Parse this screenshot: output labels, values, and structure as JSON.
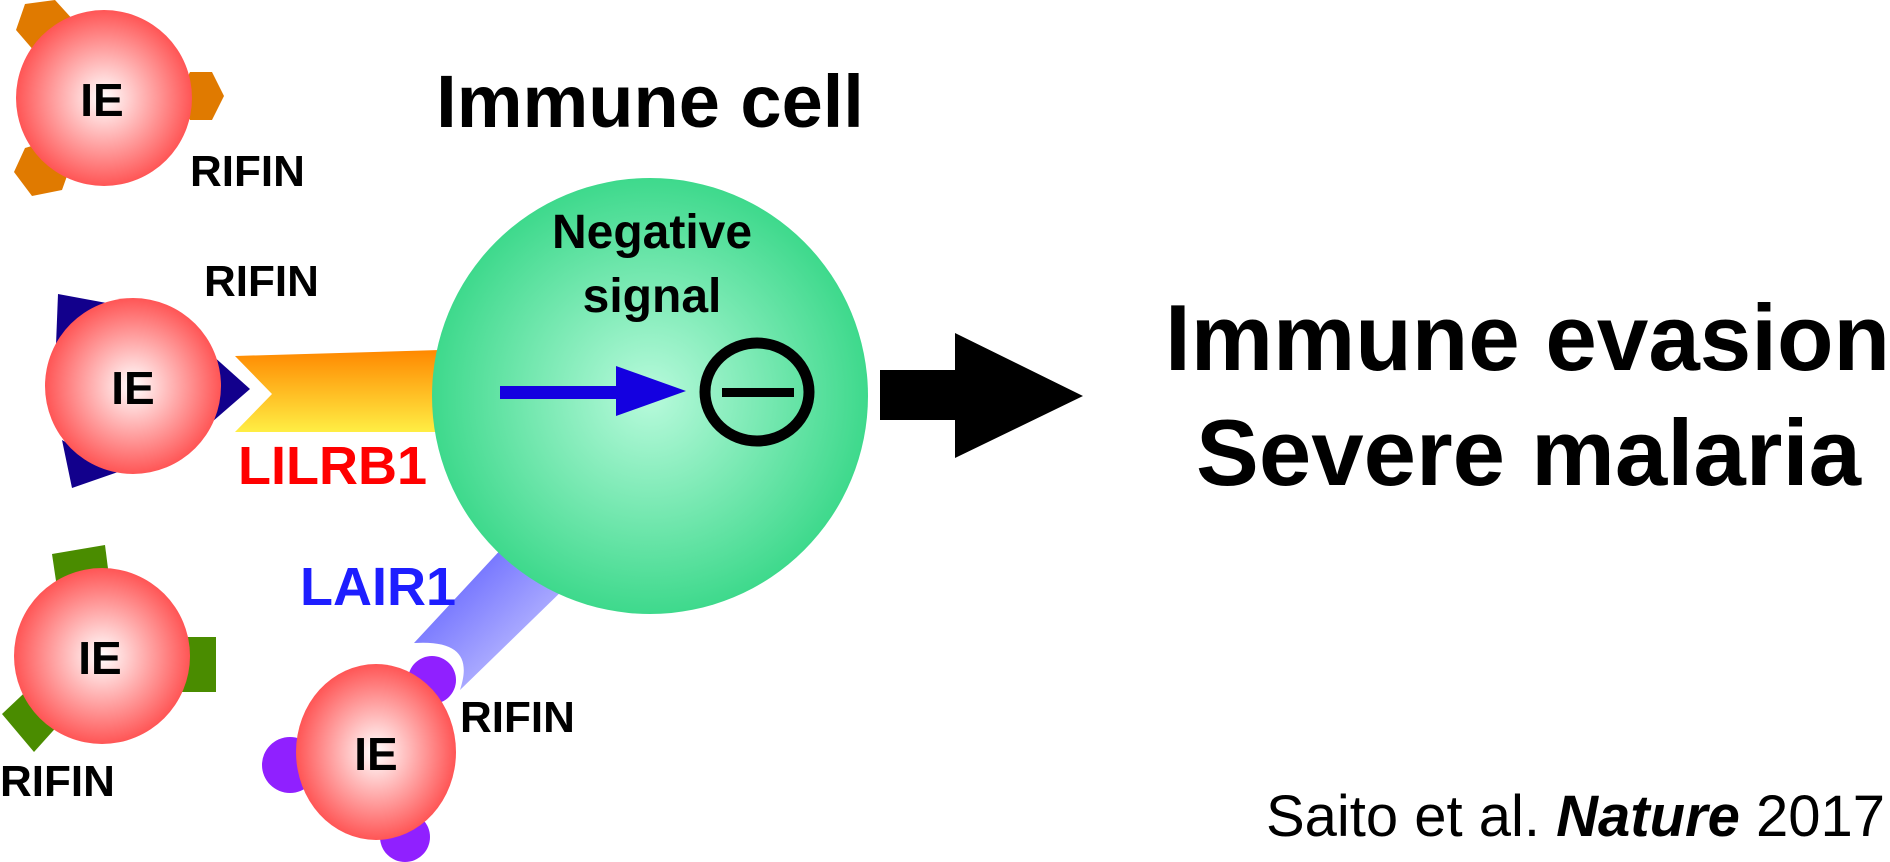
{
  "title": "Immune cell",
  "immune_cell": {
    "label_line1": "Negative",
    "label_line2": "signal",
    "fill_color": "#3fd98c"
  },
  "infected_cells": [
    {
      "label": "IE",
      "rifin_label": "RIFIN",
      "rifin_shape": "hexagon",
      "rifin_color": "#e07a00"
    },
    {
      "label": "IE",
      "rifin_label": "RIFIN",
      "rifin_shape": "triangle",
      "rifin_color": "#12008c"
    },
    {
      "label": "IE",
      "rifin_label": "RIFIN",
      "rifin_shape": "square",
      "rifin_color": "#4a8c00"
    },
    {
      "label": "IE",
      "rifin_label": "RIFIN",
      "rifin_shape": "semicircle",
      "rifin_color": "#9020ff"
    }
  ],
  "receptors": {
    "lilrb1": {
      "label": "LILRB1",
      "color": "#ff0000"
    },
    "lair1": {
      "label": "LAIR1",
      "color": "#1e1eff"
    }
  },
  "outcome": {
    "line1": "Immune evasion",
    "line2": "Severe malaria"
  },
  "citation": {
    "authors": "Saito et al. ",
    "journal": "Nature",
    "year": " 2017"
  },
  "icons": {
    "inhibition": "minus-in-circle",
    "signal_arrow": "right-arrow",
    "outcome_arrow": "block-right-arrow"
  }
}
